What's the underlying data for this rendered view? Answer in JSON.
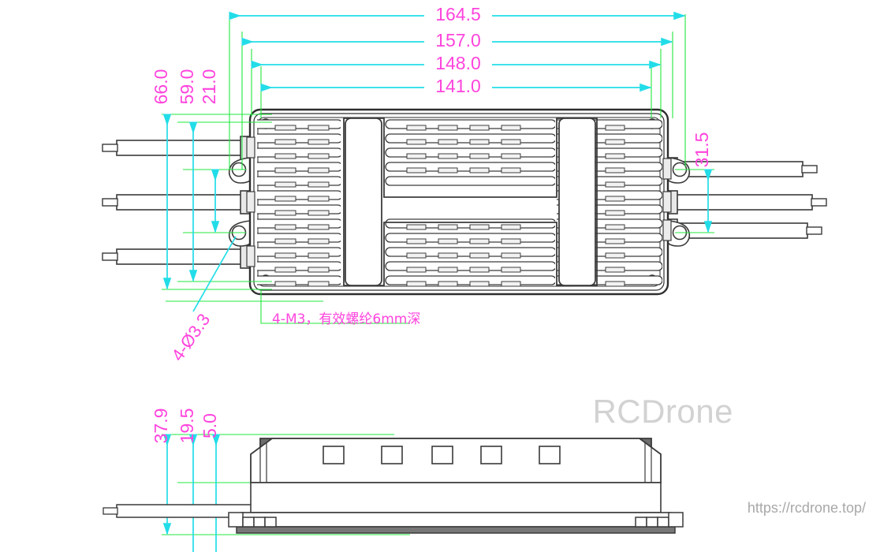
{
  "drawing": {
    "title": "ESC enclosure dimensional drawing",
    "units": "mm",
    "colors": {
      "dimension_text": "#ff44dd",
      "dimension_line": "#22dde8",
      "extension_line": "#22e83c",
      "outline": "#333333",
      "watermark": "#d2d2d2"
    }
  },
  "watermark": {
    "brand": "RCDrone",
    "url": "https://rcdrone.top/"
  },
  "top_view": {
    "name": "top-view",
    "horizontal_dimensions": [
      {
        "id": "dim-164-5",
        "value": "164.5"
      },
      {
        "id": "dim-157-0",
        "value": "157.0"
      },
      {
        "id": "dim-148-0",
        "value": "148.0"
      },
      {
        "id": "dim-141-0",
        "value": "141.0"
      }
    ],
    "vertical_dimensions_left": [
      {
        "id": "dim-66-0",
        "value": "66.0"
      },
      {
        "id": "dim-59-0",
        "value": "59.0"
      },
      {
        "id": "dim-21-0",
        "value": "21.0"
      }
    ],
    "vertical_dimensions_right": [
      {
        "id": "dim-31-5",
        "value": "31.5"
      }
    ],
    "annotations": [
      {
        "id": "note-hole-dia",
        "text": "4-Ø3.3"
      },
      {
        "id": "note-thread",
        "text": "4-M3，有效螺纶6mm深"
      }
    ]
  },
  "side_view": {
    "name": "side-view",
    "vertical_dimensions_left": [
      {
        "id": "dim-37-9",
        "value": "37.9"
      },
      {
        "id": "dim-19-5",
        "value": "19.5"
      },
      {
        "id": "dim-5-0",
        "value": "5.0"
      }
    ]
  }
}
